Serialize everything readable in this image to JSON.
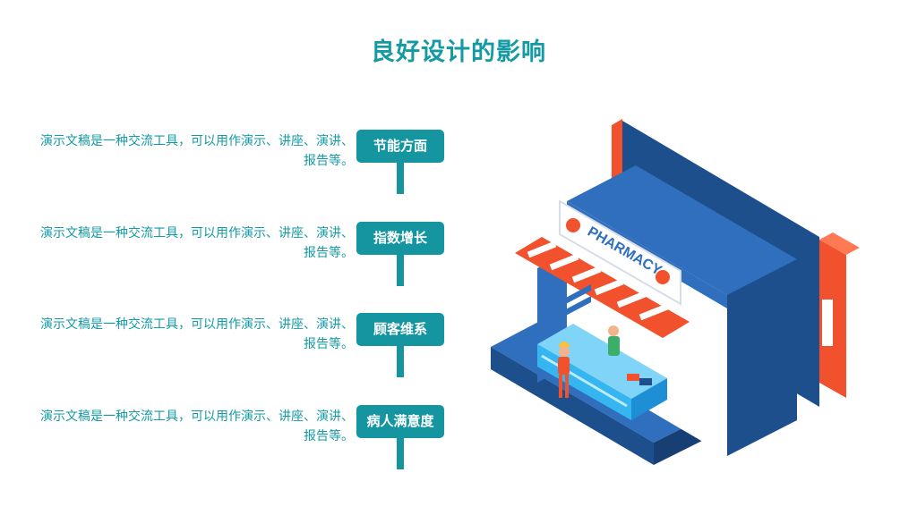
{
  "title": "良好设计的影响",
  "items": [
    {
      "label": "节能方面",
      "text": "演示文稿是一种交流工具，可以用作演示、讲座、演讲、报告等。"
    },
    {
      "label": "指数增长",
      "text": "演示文稿是一种交流工具，可以用作演示、讲座、演讲、报告等。"
    },
    {
      "label": "顾客维系",
      "text": "演示文稿是一种交流工具，可以用作演示、讲座、演讲、报告等。"
    },
    {
      "label": "病人满意度",
      "text": "演示文稿是一种交流工具，可以用作演示、讲座、演讲、报告等。"
    }
  ],
  "illustration": {
    "sign": "PHARMACY",
    "colors": {
      "accent": "#1595a0",
      "blue": "#2f6fbd",
      "dark_blue": "#1d4f8c",
      "orange": "#f2512d",
      "cyan": "#35b6f0"
    }
  }
}
